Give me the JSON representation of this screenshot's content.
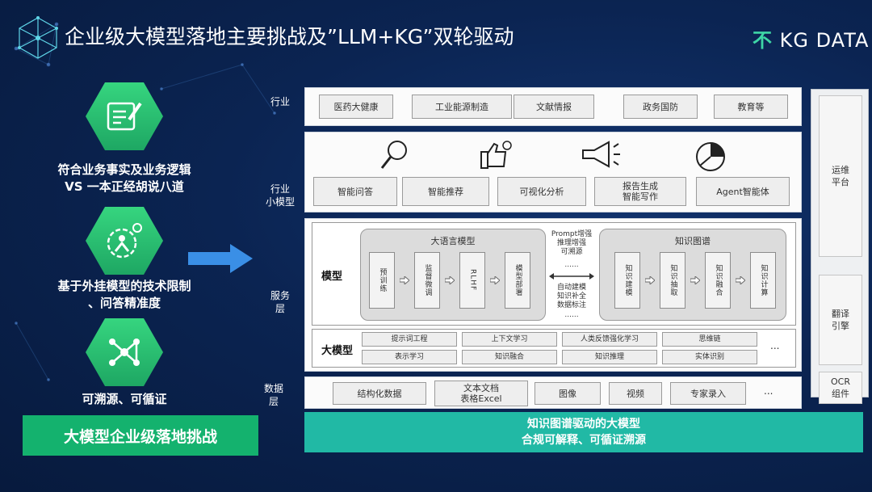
{
  "title": "企业级大模型落地主要挑战及”LLM+KG”双轮驱动",
  "logo": {
    "mark": "不",
    "text": "KG DATA"
  },
  "left": {
    "items": [
      {
        "icon": "document-edit-icon",
        "caption": "符合业务事实及业务逻辑\nVS 一本正经胡说八道"
      },
      {
        "icon": "gear-person-icon",
        "caption": "基于外挂模型的技术限制\n、问答精准度"
      },
      {
        "icon": "network-molecule-icon",
        "caption": "可溯源、可循证"
      }
    ],
    "banner": "大模型企业级落地挑战"
  },
  "row_labels": {
    "industry": "行业",
    "industry_small_model": "行业\n小模型",
    "service": "服务\n层",
    "data": "数据\n层"
  },
  "industry": [
    "医药大健康",
    "工业能源制造",
    "文献情报",
    "政务国防",
    "教育等"
  ],
  "small_model": [
    "智能问答",
    "智能推荐",
    "可视化分析",
    "报告生成\n智能写作",
    "Agent智能体"
  ],
  "model_layer": {
    "label": "模型",
    "llm": {
      "title": "大语言模型",
      "steps": [
        "预训练",
        "监督微调",
        "RLHF",
        "模型部署"
      ]
    },
    "kg": {
      "title": "知识图谱",
      "steps": [
        "知识建模",
        "知识抽取",
        "知识融合",
        "知识计算"
      ]
    },
    "middle_top": "Prompt增强\n推理增强\n可溯源",
    "middle_top_dots": "......",
    "middle_bottom": "自动建模\n知识补全\n数据标注",
    "middle_bottom_dots": "......"
  },
  "big_model": {
    "label": "大模型",
    "row1": [
      "提示词工程",
      "上下文学习",
      "人类反馈强化学习",
      "思维链"
    ],
    "row2": [
      "表示学习",
      "知识融合",
      "知识推理",
      "实体识别"
    ],
    "dots": "..."
  },
  "data_layer": [
    "结构化数据",
    "文本文档\n表格Excel",
    "图像",
    "视频",
    "专家录入"
  ],
  "data_dots": "...",
  "side": [
    "运维\n平台",
    "翻译\n引擎",
    "OCR\n组件"
  ],
  "bottom_banner": {
    "line1": "知识图谱驱动的大模型",
    "line2": "合规可解释、可循证溯源"
  },
  "colors": {
    "accent_green": "#1ea763",
    "banner_teal": "#21b9a5",
    "arrow_blue": "#3a8fe6",
    "background": "#0b2452"
  }
}
